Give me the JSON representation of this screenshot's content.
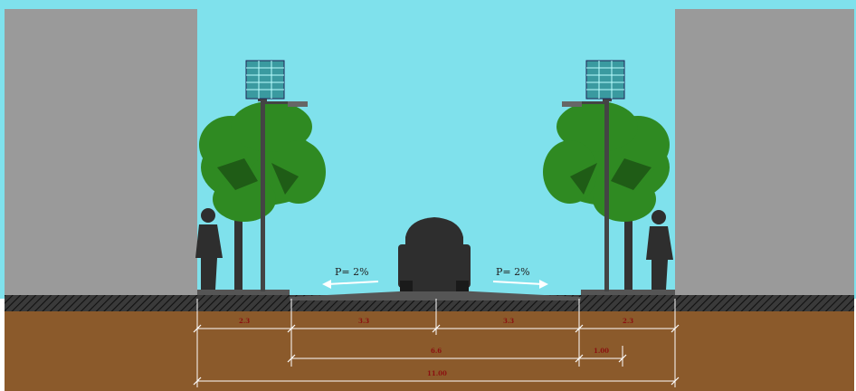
{
  "colors": {
    "sky": "#7fe1ec",
    "building": "#9a9a9a",
    "ground": "#8b5a2b",
    "pavement": "#3a3a3a",
    "foliage": "#2f8a22",
    "foliage_dark": "#1f5c16",
    "silhouette": "#2e2e2e",
    "solar_panel": "#3a9aa0",
    "dimension_text": "#8b1010",
    "dimension_line": "#ffffff"
  },
  "slopes": {
    "left": "P= 2%",
    "right": "P= 2%"
  },
  "dimensions": {
    "left_sidewalk": "2.3",
    "left_lane": "3.3",
    "right_lane": "3.3",
    "right_sidewalk": "2.3",
    "carriageway": "6.6",
    "offset": "1.00",
    "total": "11.00"
  },
  "icons": {
    "tree": "tree-icon",
    "lamp": "solar-street-lamp-icon",
    "person": "pedestrian-icon",
    "car": "car-icon"
  }
}
